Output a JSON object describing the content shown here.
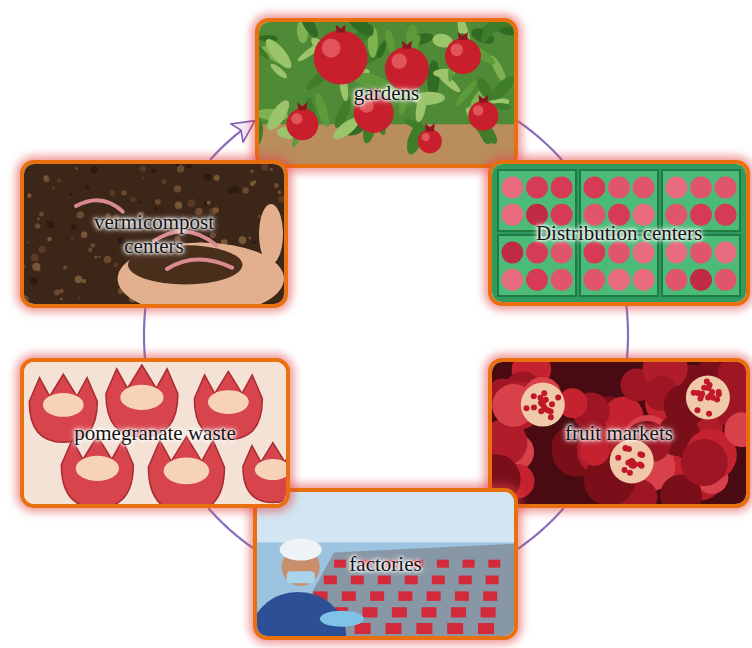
{
  "diagram": {
    "nodes": [
      {
        "text": [
          "gardens"
        ]
      },
      {
        "text": [
          "Distribution centers"
        ]
      },
      {
        "text": [
          "fruit markets"
        ]
      },
      {
        "text": [
          "factories"
        ]
      },
      {
        "text": [
          "pomegranate waste"
        ]
      },
      {
        "text": [
          "vermicompost centers"
        ]
      }
    ],
    "edges": [
      {
        "from": 0,
        "to": 1,
        "arrow": "none"
      },
      {
        "from": 1,
        "to": 2,
        "arrow": "none"
      },
      {
        "from": 2,
        "to": 3,
        "arrow": "none"
      },
      {
        "from": 3,
        "to": 4,
        "arrow": "none"
      },
      {
        "from": 4,
        "to": 5,
        "arrow": "none"
      },
      {
        "from": 5,
        "to": 0,
        "arrow": "to"
      }
    ]
  }
}
